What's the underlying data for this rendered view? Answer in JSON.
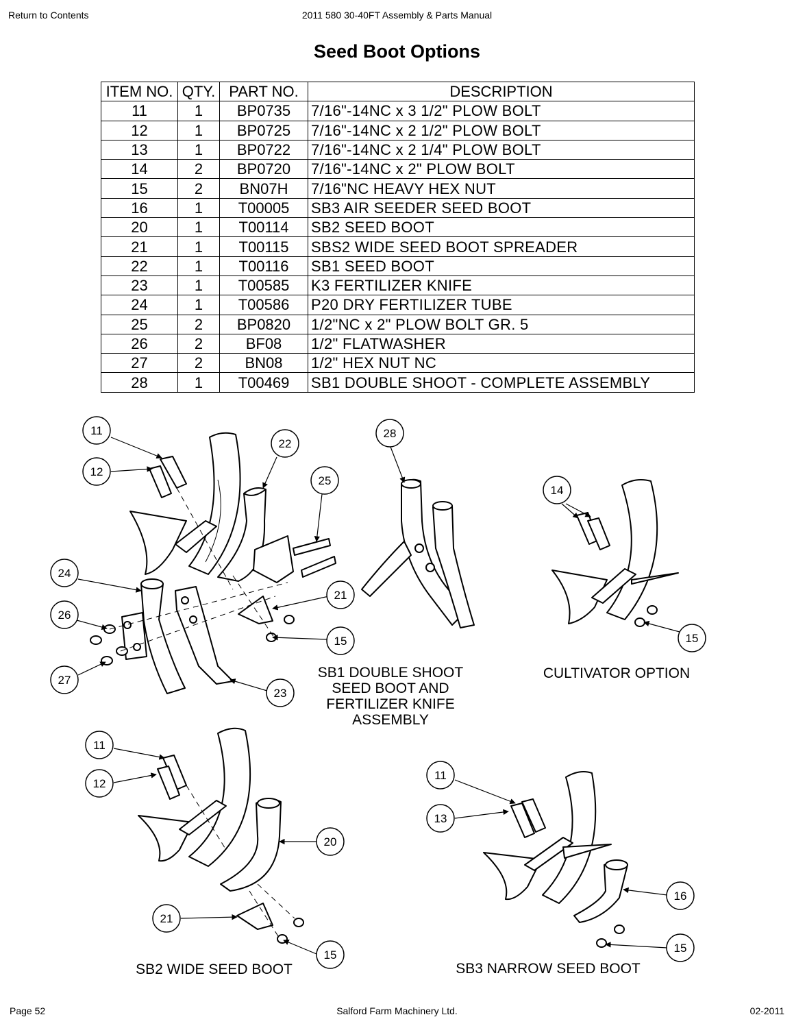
{
  "header": {
    "nav_link": "Return to Contents",
    "manual_title": "2011 580 30-40FT Assembly & Parts Manual"
  },
  "page_title": "Seed Boot Options",
  "parts_table": {
    "columns": [
      "ITEM NO.",
      "QTY.",
      "PART NO.",
      "DESCRIPTION"
    ],
    "rows": [
      [
        "11",
        "1",
        "BP0735",
        "7/16\"-14NC x 3 1/2\" PLOW BOLT"
      ],
      [
        "12",
        "1",
        "BP0725",
        "7/16\"-14NC x 2 1/2\" PLOW BOLT"
      ],
      [
        "13",
        "1",
        "BP0722",
        "7/16\"-14NC x 2 1/4\" PLOW BOLT"
      ],
      [
        "14",
        "2",
        "BP0720",
        "7/16\"-14NC x 2\" PLOW BOLT"
      ],
      [
        "15",
        "2",
        "BN07H",
        "7/16\"NC HEAVY HEX NUT"
      ],
      [
        "16",
        "1",
        "T00005",
        "SB3 AIR SEEDER SEED BOOT"
      ],
      [
        "20",
        "1",
        "T00114",
        "SB2 SEED BOOT"
      ],
      [
        "21",
        "1",
        "T00115",
        "SBS2 WIDE SEED BOOT SPREADER"
      ],
      [
        "22",
        "1",
        "T00116",
        "SB1 SEED BOOT"
      ],
      [
        "23",
        "1",
        "T00585",
        "K3 FERTILIZER KNIFE"
      ],
      [
        "24",
        "1",
        "T00586",
        "P20 DRY FERTILIZER TUBE"
      ],
      [
        "25",
        "2",
        "BP0820",
        "1/2\"NC x 2\" PLOW BOLT GR. 5"
      ],
      [
        "26",
        "2",
        "BF08",
        "1/2\" FLATWASHER"
      ],
      [
        "27",
        "2",
        "BN08",
        "1/2\" HEX NUT NC"
      ],
      [
        "28",
        "1",
        "T00469",
        "SB1 DOUBLE SHOOT - COMPLETE ASSEMBLY"
      ]
    ]
  },
  "diagrams": {
    "sb1_caption": [
      "SB1 DOUBLE SHOOT",
      "SEED BOOT AND",
      "FERTILIZER KNIFE",
      "ASSEMBLY"
    ],
    "cultivator_caption": "CULTIVATOR OPTION",
    "sb2_caption": "SB2 WIDE SEED BOOT",
    "sb3_caption": "SB3 NARROW SEED BOOT",
    "balloons": {
      "sb1": [
        "11",
        "12",
        "22",
        "25",
        "24",
        "21",
        "26",
        "15",
        "27",
        "23"
      ],
      "double_shoot": [
        "28"
      ],
      "cultivator": [
        "14",
        "15"
      ],
      "sb2": [
        "11",
        "12",
        "20",
        "21",
        "15"
      ],
      "sb3": [
        "11",
        "13",
        "16",
        "15"
      ]
    }
  },
  "footer": {
    "page": "Page 52",
    "company": "Salford Farm Machinery Ltd.",
    "date": "02-2011"
  }
}
